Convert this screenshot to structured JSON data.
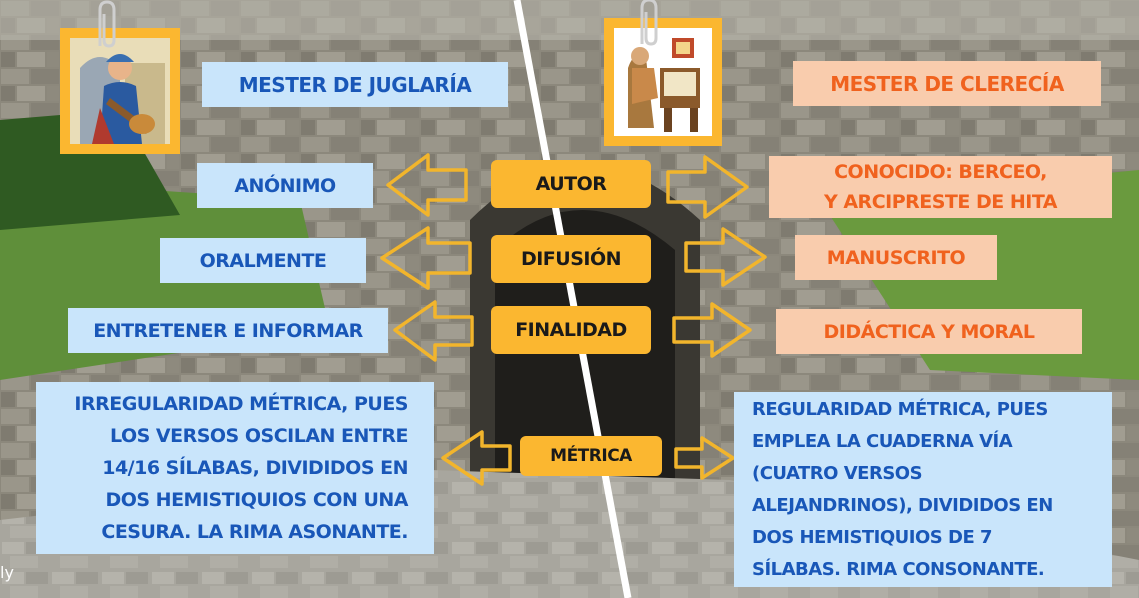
{
  "left": {
    "title": "MESTER DE JUGLARÍA",
    "autor": "ANÓNIMO",
    "difusion": "ORALMENTE",
    "finalidad": "ENTRETENER E INFORMAR",
    "metrica": "IRREGULARIDAD MÉTRICA, PUES\nLOS VERSOS OSCILAN ENTRE\n14/16 SÍLABAS, DIVIDIDOS EN\nDOS HEMISTIQUIOS CON UNA\nCESURA. LA RIMA ASONANTE."
  },
  "center": {
    "autor": "AUTOR",
    "difusion": "DIFUSIÓN",
    "finalidad": "FINALIDAD",
    "metrica": "MÉTRICA"
  },
  "right": {
    "title": "MESTER DE CLERECÍA",
    "autor": "CONOCIDO: BERCEO,\nY ARCIPRESTE DE HITA",
    "difusion": "MANUSCRITO",
    "finalidad": "DIDÁCTICA Y MORAL",
    "metrica": "REGULARIDAD MÉTRICA, PUES\nEMPLEA LA CUADERNA VÍA\n(CUATRO VERSOS\nALEJANDRINOS), DIVIDIDOS EN\nDOS HEMISTIQUIOS DE 7\nSÍLABAS. RIMA CONSONANTE."
  },
  "corner_text": "ly",
  "colors": {
    "blue_box": "#c9e5fb",
    "blue_text": "#1957b8",
    "salmon_box": "#f9ccad",
    "salmon_text": "#f0621e",
    "gold": "#fbb730",
    "arrow_outline": "#f2b52c"
  },
  "icons": {
    "left_image": "minstrel-playing-lute-illustration",
    "right_image": "monk-scribe-writing-illustration",
    "paperclip": "paperclip-icon",
    "arrows": "outlined-arrow-icon"
  }
}
